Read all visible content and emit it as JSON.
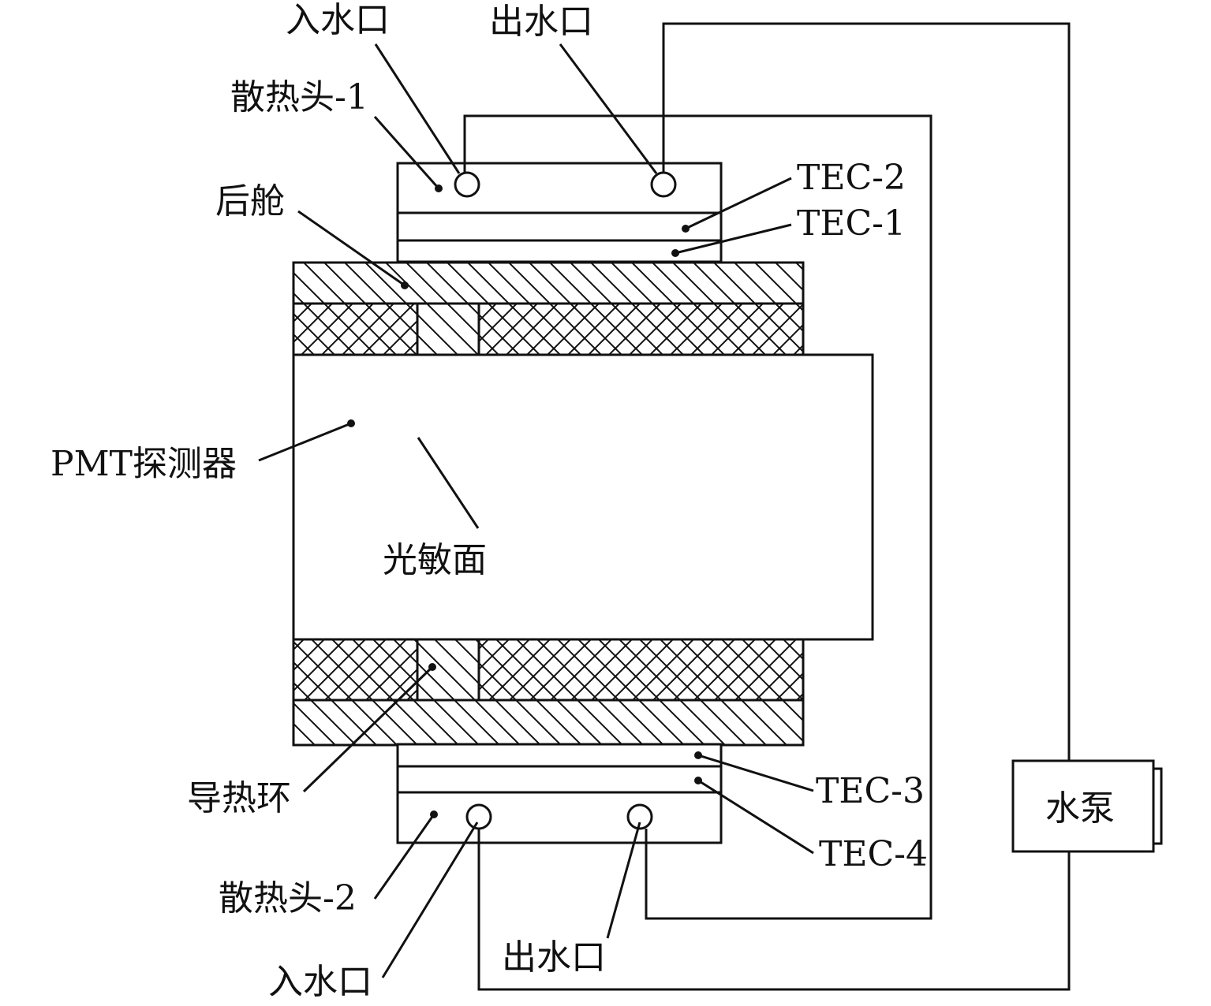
{
  "labels": {
    "inlet_top": "入水口",
    "outlet_top": "出水口",
    "heatsink_1": "散热头-1",
    "rear_cabin": "后舱",
    "tec_2": "TEC-2",
    "tec_1": "TEC-1",
    "pmt": "PMT探测器",
    "photosensitive": "光敏面",
    "thermal_ring": "导热环",
    "tec_3": "TEC-3",
    "tec_4": "TEC-4",
    "pump": "水泵",
    "heatsink_2": "散热头-2",
    "outlet_bottom": "出水口",
    "inlet_bottom": "入水口"
  }
}
